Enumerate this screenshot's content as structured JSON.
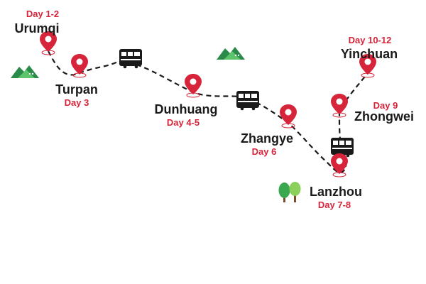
{
  "stops": [
    {
      "city": "Urumqi",
      "days": "Day 1-2"
    },
    {
      "city": "Turpan",
      "days": "Day 3"
    },
    {
      "city": "Dunhuang",
      "days": "Day 4-5"
    },
    {
      "city": "Zhangye",
      "days": "Day 6"
    },
    {
      "city": "Lanzhou",
      "days": "Day 7-8"
    },
    {
      "city": "Zhongwei",
      "days": "Day 9"
    },
    {
      "city": "Yinchuan",
      "days": "Day 10-12"
    }
  ],
  "colors": {
    "pin": "#d6243a",
    "day_text": "#d6243a",
    "city_text": "#1a1a1a",
    "route": "#1a1a1a",
    "mountain": "#3cae5a",
    "tree": "#3aa84e"
  },
  "icons": [
    "location-pin-icon",
    "train-icon",
    "mountain-icon",
    "tree-icon"
  ]
}
